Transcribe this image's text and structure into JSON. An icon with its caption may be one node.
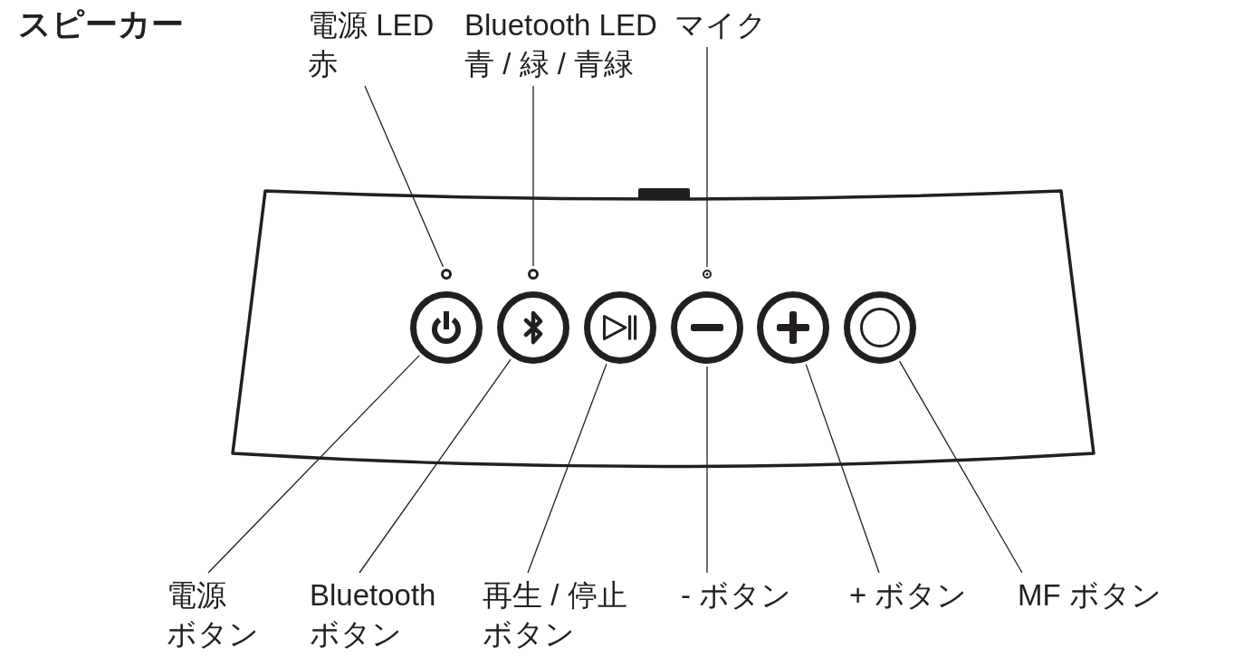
{
  "diagram": {
    "title": "スピーカー",
    "nodes": [
      {
        "text": [
          "電源 LED",
          "赤"
        ]
      },
      {
        "text": [
          "Bluetooth LED",
          "青 / 緑 / 青緑"
        ]
      },
      {
        "text": [
          "マイク"
        ]
      },
      {
        "text": [],
        "shape": "circle"
      },
      {
        "text": [],
        "shape": "circle"
      },
      {
        "text": [],
        "shape": "circle"
      },
      {
        "text": [],
        "shape": "circle"
      },
      {
        "text": [],
        "shape": "circle"
      },
      {
        "text": [],
        "shape": "circle"
      },
      {
        "text": [],
        "shape": "circle"
      },
      {
        "text": [],
        "shape": "circle"
      },
      {
        "text": [],
        "shape": "circle"
      },
      {
        "text": [
          "電源ボタン"
        ]
      },
      {
        "text": [
          "Bluetooth ボタン"
        ]
      },
      {
        "text": [
          "再生 / 停止ボタン"
        ]
      },
      {
        "text": [
          "- ボタン"
        ]
      },
      {
        "text": [
          "+ ボタン"
        ]
      },
      {
        "text": [
          "MF ボタン"
        ]
      }
    ],
    "edges": [
      {
        "from": 0,
        "to": 3,
        "arrow": "none"
      },
      {
        "from": 1,
        "to": 4,
        "arrow": "none"
      },
      {
        "from": 2,
        "to": 5,
        "arrow": "none"
      },
      {
        "from": 12,
        "to": 6,
        "arrow": "none"
      },
      {
        "from": 13,
        "to": 7,
        "arrow": "none"
      },
      {
        "from": 14,
        "to": 8,
        "arrow": "none"
      },
      {
        "from": 15,
        "to": 9,
        "arrow": "none"
      },
      {
        "from": 16,
        "to": 10,
        "arrow": "none"
      },
      {
        "from": 17,
        "to": 11,
        "arrow": "none"
      }
    ]
  }
}
